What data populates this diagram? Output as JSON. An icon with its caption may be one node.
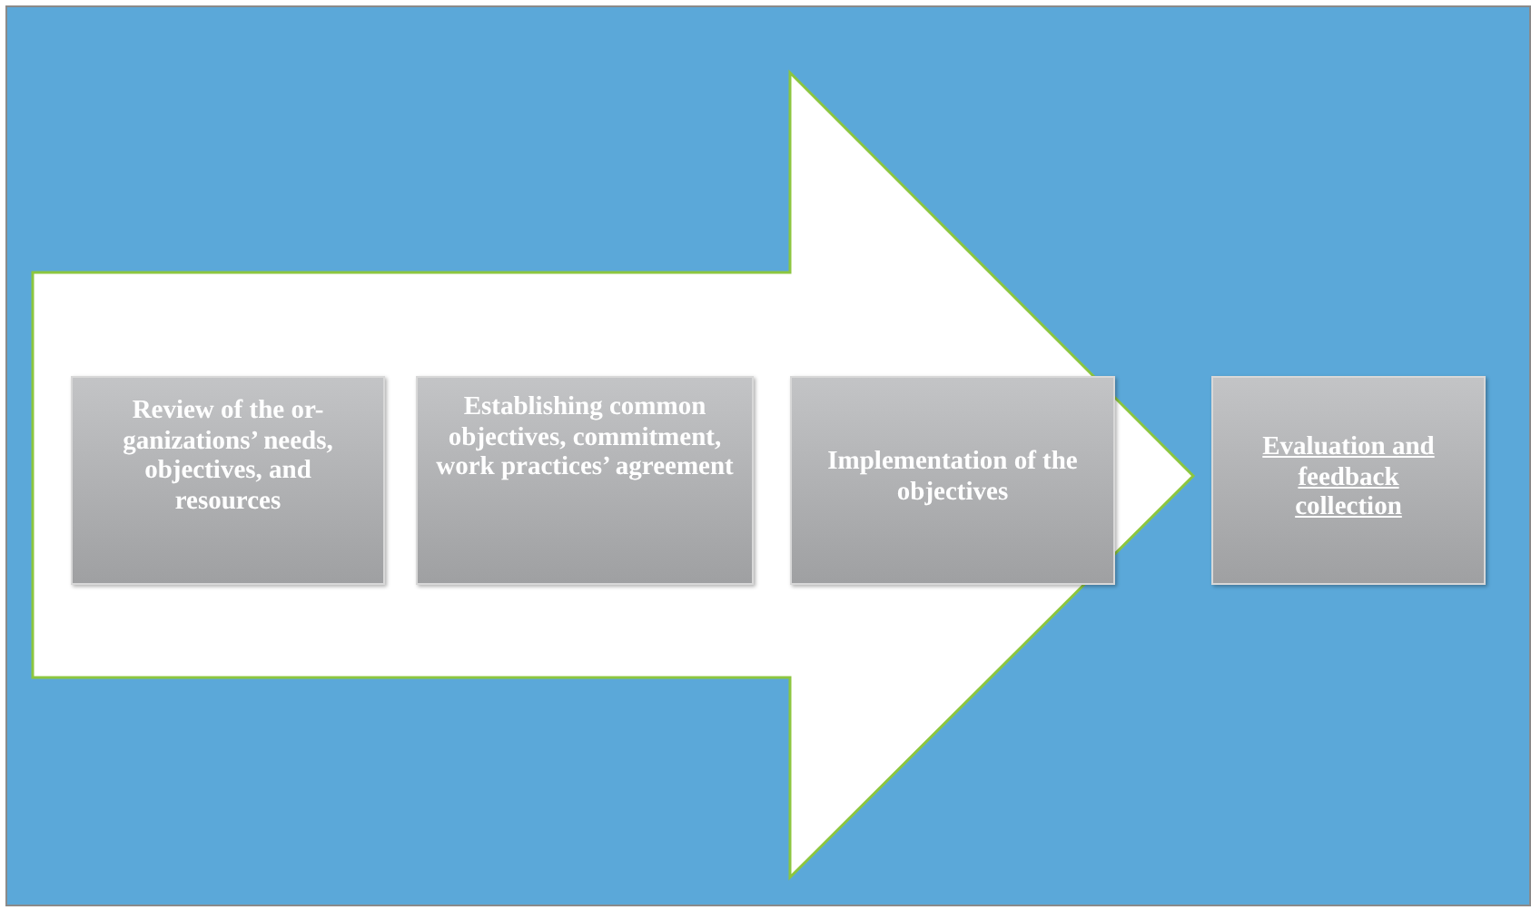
{
  "diagram": {
    "nodes": [
      {
        "text": [],
        "shape": "arrow"
      },
      {
        "text": [
          "Review of the or- ganizations’ needs, objectives, and resources"
        ],
        "in": 0
      },
      {
        "text": [
          "Establishing common objectives, commitment, work practices’ agreement"
        ],
        "in": 0
      },
      {
        "text": [
          "Implementation of the objectives"
        ],
        "in": 0
      },
      {
        "text": [
          "Evaluation and feedback collection"
        ]
      }
    ]
  }
}
